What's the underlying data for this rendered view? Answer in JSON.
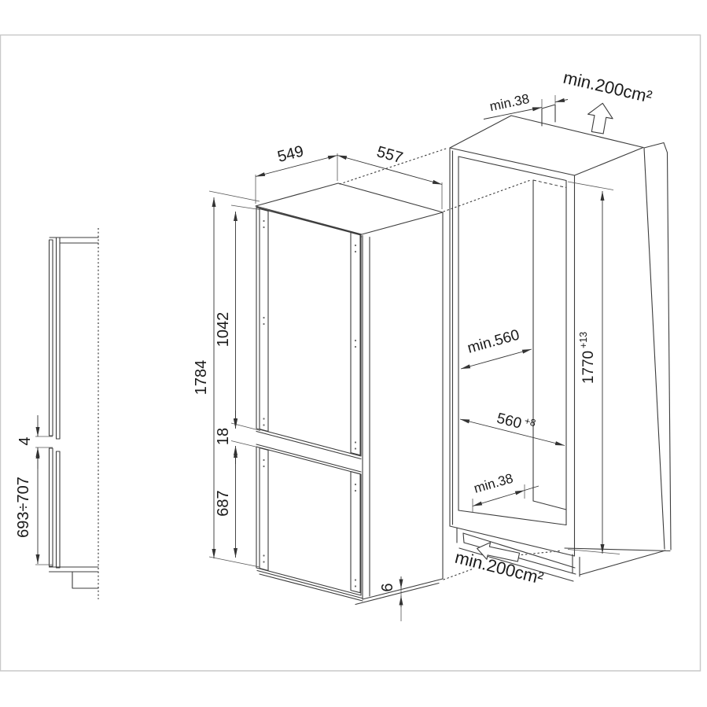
{
  "colors": {
    "line": "#3c3c3c",
    "text": "#1a1a1a",
    "frame_border": "#c9c9c9",
    "background": "#ffffff"
  },
  "side_view": {
    "door_gap": "4",
    "lower_door_height": "693÷707"
  },
  "appliance": {
    "top_depth": "549",
    "top_width": "557",
    "total_height": "1784",
    "upper_door_height": "1042",
    "door_gap": "18",
    "lower_door_height": "687",
    "bottom_clearance": "6"
  },
  "niche": {
    "top_rear_clearance": "min.38",
    "top_vent_area": "min.200cm²",
    "inner_depth": "min.560",
    "inner_width": "560",
    "inner_width_tolerance": "+8",
    "inner_height": "1770",
    "inner_height_tolerance": "+13",
    "bottom_rear_clearance": "min.38",
    "bottom_vent_area": "min.200cm²"
  }
}
